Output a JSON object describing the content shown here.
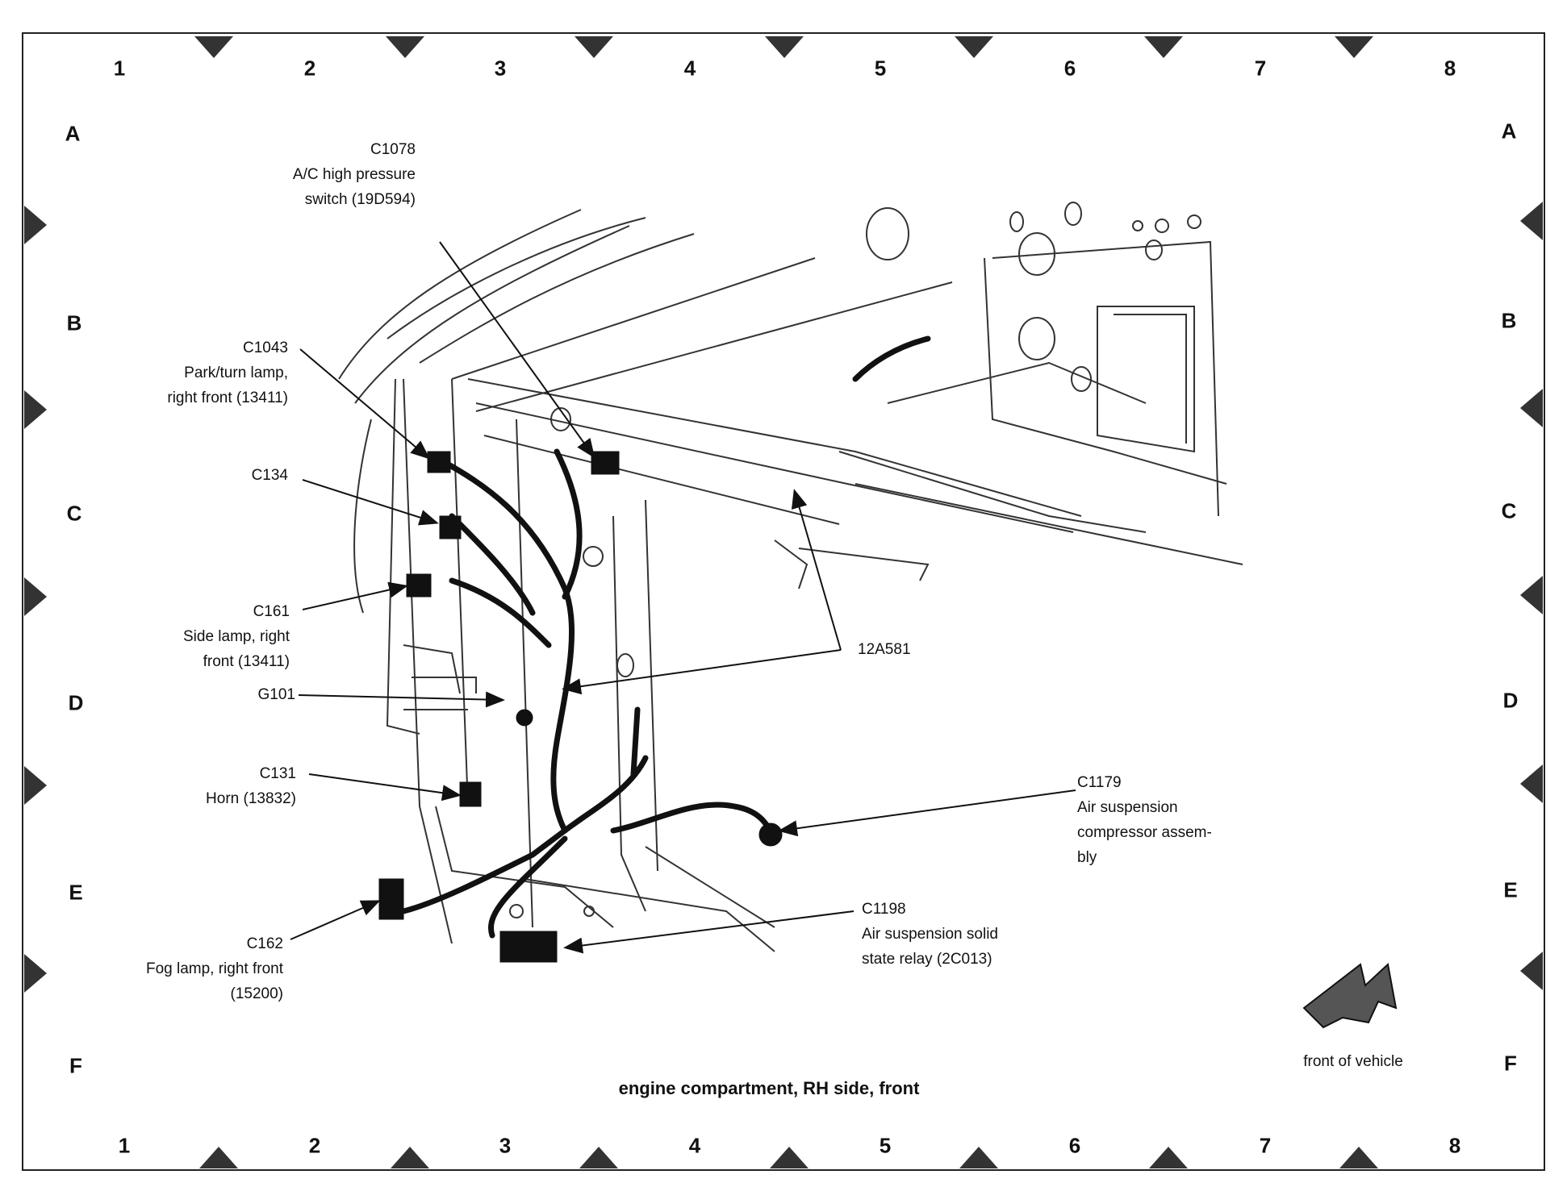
{
  "grid": {
    "columns": [
      "1",
      "2",
      "3",
      "4",
      "5",
      "6",
      "7",
      "8"
    ],
    "rows": [
      "A",
      "B",
      "C",
      "D",
      "E",
      "F"
    ]
  },
  "caption": "engine compartment, RH side, front",
  "front_label": "front of vehicle",
  "callouts": [
    {
      "id": "c1078",
      "lines": [
        "C1078",
        "A/C high pressure",
        "switch (19D594)"
      ]
    },
    {
      "id": "c1043",
      "lines": [
        "C1043",
        "Park/turn lamp,",
        "right front (13411)"
      ]
    },
    {
      "id": "c134",
      "lines": [
        "C134"
      ]
    },
    {
      "id": "c161",
      "lines": [
        "C161",
        "Side lamp, right",
        "front (13411)"
      ]
    },
    {
      "id": "g101",
      "lines": [
        "G101"
      ]
    },
    {
      "id": "c131",
      "lines": [
        "C131",
        "Horn (13832)"
      ]
    },
    {
      "id": "c162",
      "lines": [
        "C162",
        "Fog lamp, right front",
        "(15200)"
      ]
    },
    {
      "id": "a12a581",
      "lines": [
        "12A581"
      ]
    },
    {
      "id": "c1179",
      "lines": [
        "C1179",
        "Air suspension",
        "compressor assem-",
        "bly"
      ]
    },
    {
      "id": "c1198",
      "lines": [
        "C1198",
        "Air suspension solid",
        "state relay (2C013)"
      ]
    }
  ]
}
